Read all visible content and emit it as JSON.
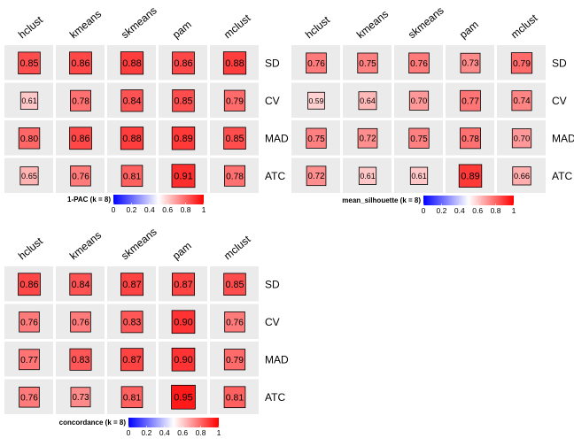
{
  "chart_data": [
    {
      "type": "heatmap",
      "legend_title": "1-PAC (k = 8)",
      "columns": [
        "hclust",
        "kmeans",
        "skmeans",
        "pam",
        "mclust"
      ],
      "rows": [
        "SD",
        "CV",
        "MAD",
        "ATC"
      ],
      "values": [
        [
          0.85,
          0.86,
          0.88,
          0.86,
          0.88
        ],
        [
          0.61,
          0.78,
          0.84,
          0.85,
          0.79
        ],
        [
          0.8,
          0.86,
          0.88,
          0.89,
          0.85
        ],
        [
          0.65,
          0.76,
          0.81,
          0.91,
          0.78
        ]
      ],
      "labels": [
        [
          "0.85",
          "0.86",
          "0.88",
          "0.86",
          "0.88"
        ],
        [
          "0.61",
          "0.78",
          "0.84",
          "0.85",
          "0.79"
        ],
        [
          "0.80",
          "0.86",
          "0.88",
          "0.89",
          "0.85"
        ],
        [
          "0.65",
          "0.76",
          "0.81",
          "0.91",
          "0.78"
        ]
      ],
      "legend_ticks": [
        "0",
        "0.2",
        "0.4",
        "0.6",
        "0.8",
        "1"
      ],
      "color_scale": [
        "#0000ff",
        "#ffffff",
        "#ff0000"
      ]
    },
    {
      "type": "heatmap",
      "legend_title": "mean_silhouette (k = 8)",
      "columns": [
        "hclust",
        "kmeans",
        "skmeans",
        "pam",
        "mclust"
      ],
      "rows": [
        "SD",
        "CV",
        "MAD",
        "ATC"
      ],
      "values": [
        [
          0.76,
          0.75,
          0.76,
          0.73,
          0.79
        ],
        [
          0.59,
          0.64,
          0.7,
          0.77,
          0.74
        ],
        [
          0.75,
          0.72,
          0.75,
          0.78,
          0.7
        ],
        [
          0.72,
          0.61,
          0.61,
          0.89,
          0.66
        ]
      ],
      "labels": [
        [
          "0.76",
          "0.75",
          "0.76",
          "0.73",
          "0.79"
        ],
        [
          "0.59",
          "0.64",
          "0.70",
          "0.77",
          "0.74"
        ],
        [
          "0.75",
          "0.72",
          "0.75",
          "0.78",
          "0.70"
        ],
        [
          "0.72",
          "0.61",
          "0.61",
          "0.89",
          "0.66"
        ]
      ],
      "legend_ticks": [
        "0",
        "0.2",
        "0.4",
        "0.6",
        "0.8",
        "1"
      ],
      "color_scale": [
        "#0000ff",
        "#ffffff",
        "#ff0000"
      ]
    },
    {
      "type": "heatmap",
      "legend_title": "concordance (k = 8)",
      "columns": [
        "hclust",
        "kmeans",
        "skmeans",
        "pam",
        "mclust"
      ],
      "rows": [
        "SD",
        "CV",
        "MAD",
        "ATC"
      ],
      "values": [
        [
          0.86,
          0.84,
          0.87,
          0.87,
          0.85
        ],
        [
          0.76,
          0.76,
          0.83,
          0.9,
          0.76
        ],
        [
          0.77,
          0.83,
          0.87,
          0.9,
          0.79
        ],
        [
          0.76,
          0.73,
          0.81,
          0.95,
          0.81
        ]
      ],
      "labels": [
        [
          "0.86",
          "0.84",
          "0.87",
          "0.87",
          "0.85"
        ],
        [
          "0.76",
          "0.76",
          "0.83",
          "0.90",
          "0.76"
        ],
        [
          "0.77",
          "0.83",
          "0.87",
          "0.90",
          "0.79"
        ],
        [
          "0.76",
          "0.73",
          "0.81",
          "0.95",
          "0.81"
        ]
      ],
      "legend_ticks": [
        "0",
        "0.2",
        "0.4",
        "0.6",
        "0.8",
        "1"
      ],
      "color_scale": [
        "#0000ff",
        "#ffffff",
        "#ff0000"
      ]
    }
  ]
}
